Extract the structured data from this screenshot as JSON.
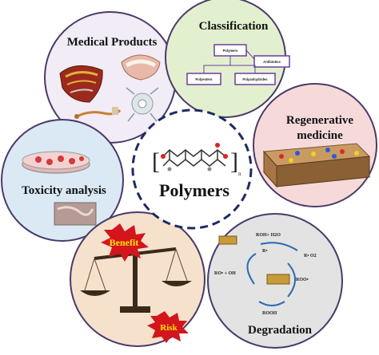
{
  "center": {
    "label": "Polymers",
    "bracket_subscript": "n"
  },
  "circles": {
    "medical": {
      "label": "Medical Products",
      "color": "#f1ecf5"
    },
    "classification": {
      "label": "Classification",
      "color": "#e3f0cf",
      "boxes": {
        "polymers": "Polymers",
        "additives": "Antibiotics",
        "polyesters": "Polyesters",
        "polyanhydrides": "Polyanhydrides"
      }
    },
    "regenerative": {
      "label_line1": "Regenerative",
      "label_line2": "medicine",
      "color": "#f6dada"
    },
    "toxicity": {
      "label": "Toxicity analysis",
      "color": "#dbe9f5"
    },
    "risk": {
      "label_benefit": "Benefit",
      "label_risk": "Risk",
      "color": "#f6e1cc"
    },
    "degradation": {
      "label": "Degradation",
      "color": "#e3e3e3",
      "chem": {
        "roh": "ROH+ H2O",
        "rdot": "R•",
        "ro2": "R• O2",
        "rooh_left": "RO• + OH",
        "roo": "ROO•",
        "rooh": "ROOH"
      }
    }
  },
  "colors": {
    "outline": "#4a3a6a",
    "dashed": "#1d2a63",
    "benefit_star": "#d4151b",
    "risk_star": "#d4151b",
    "star_text": "#ffe600"
  }
}
